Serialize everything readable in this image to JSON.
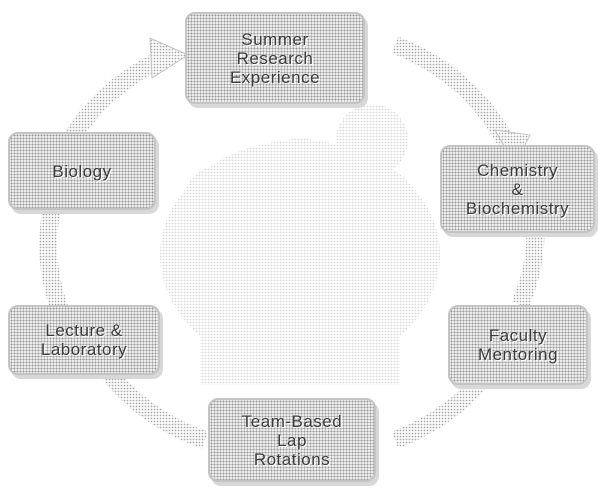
{
  "diagram": {
    "nodes": [
      {
        "id": "summer",
        "label": "Summer\nResearch\nExperience"
      },
      {
        "id": "chem",
        "label": "Chemistry\n&\nBiochemistry"
      },
      {
        "id": "faculty",
        "label": "Faculty\nMentoring"
      },
      {
        "id": "team",
        "label": "Team-Based\nLap\nRotations"
      },
      {
        "id": "lecture",
        "label": "Lecture &\nLaboratory"
      },
      {
        "id": "bio",
        "label": "Biology"
      }
    ],
    "flow_direction": "clockwise",
    "center_image": "faded-photo-of-students-in-lab",
    "colors": {
      "ring": "#b5b5b5",
      "box_fill": "#ececec",
      "box_border": "#c4c4c4",
      "text": "#3a3a3a"
    }
  }
}
